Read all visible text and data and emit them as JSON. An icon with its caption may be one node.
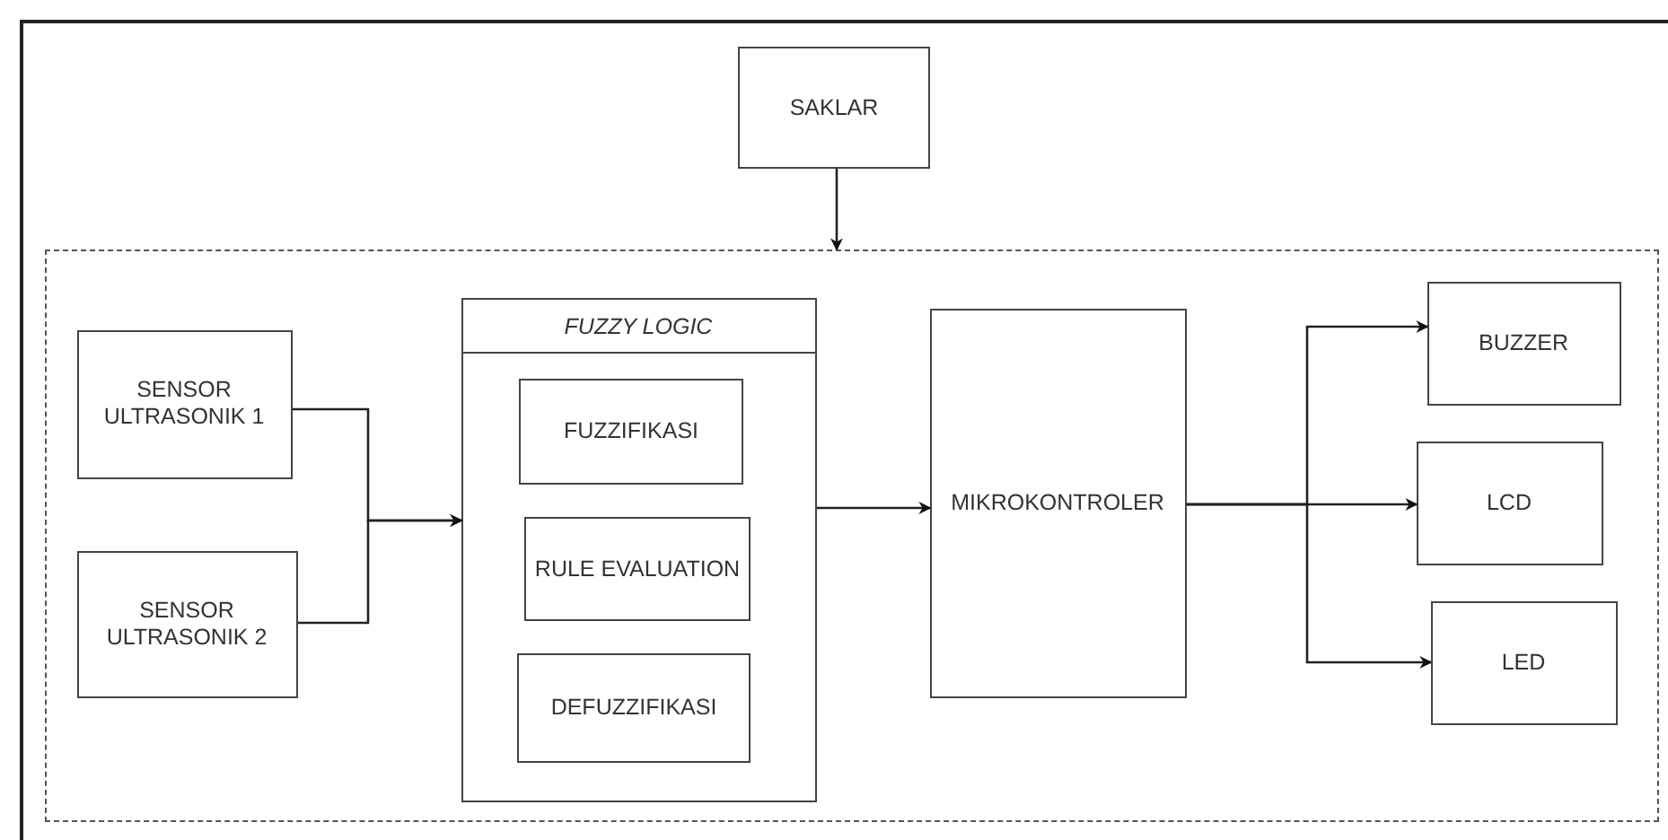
{
  "diagram": {
    "nodes": [
      {
        "text": [
          "SAKLAR"
        ]
      },
      {
        "text": [],
        "shape": "box"
      },
      {
        "text": [
          "SENSOR ULTRASONIK 1"
        ],
        "in": 1
      },
      {
        "text": [
          "SENSOR ULTRASONIK 2"
        ],
        "in": 1
      },
      {
        "text": [
          "FUZZY LOGIC"
        ],
        "in": 1
      },
      {
        "text": [
          "FUZZIFIKASI"
        ],
        "in": 4
      },
      {
        "text": [
          "RULE EVALUATION"
        ],
        "in": 4
      },
      {
        "text": [
          "DEFUZZIFIKASI"
        ],
        "in": 4
      },
      {
        "text": [
          "MIKROKONTROLER"
        ],
        "in": 1
      },
      {
        "text": [
          "BUZZER"
        ],
        "in": 1
      },
      {
        "text": [
          "LCD"
        ],
        "in": 1
      },
      {
        "text": [
          "LED"
        ],
        "in": 1
      }
    ],
    "edges": [
      {
        "from": 0,
        "to": 1,
        "arrow": "to"
      },
      {
        "from": 2,
        "to": 4,
        "arrow": "to"
      },
      {
        "from": 3,
        "to": 4,
        "arrow": "to"
      },
      {
        "from": 4,
        "to": 8,
        "arrow": "to"
      },
      {
        "from": 8,
        "to": 9,
        "arrow": "to"
      },
      {
        "from": 8,
        "to": 10,
        "arrow": "to"
      },
      {
        "from": 8,
        "to": 11,
        "arrow": "to"
      }
    ]
  }
}
